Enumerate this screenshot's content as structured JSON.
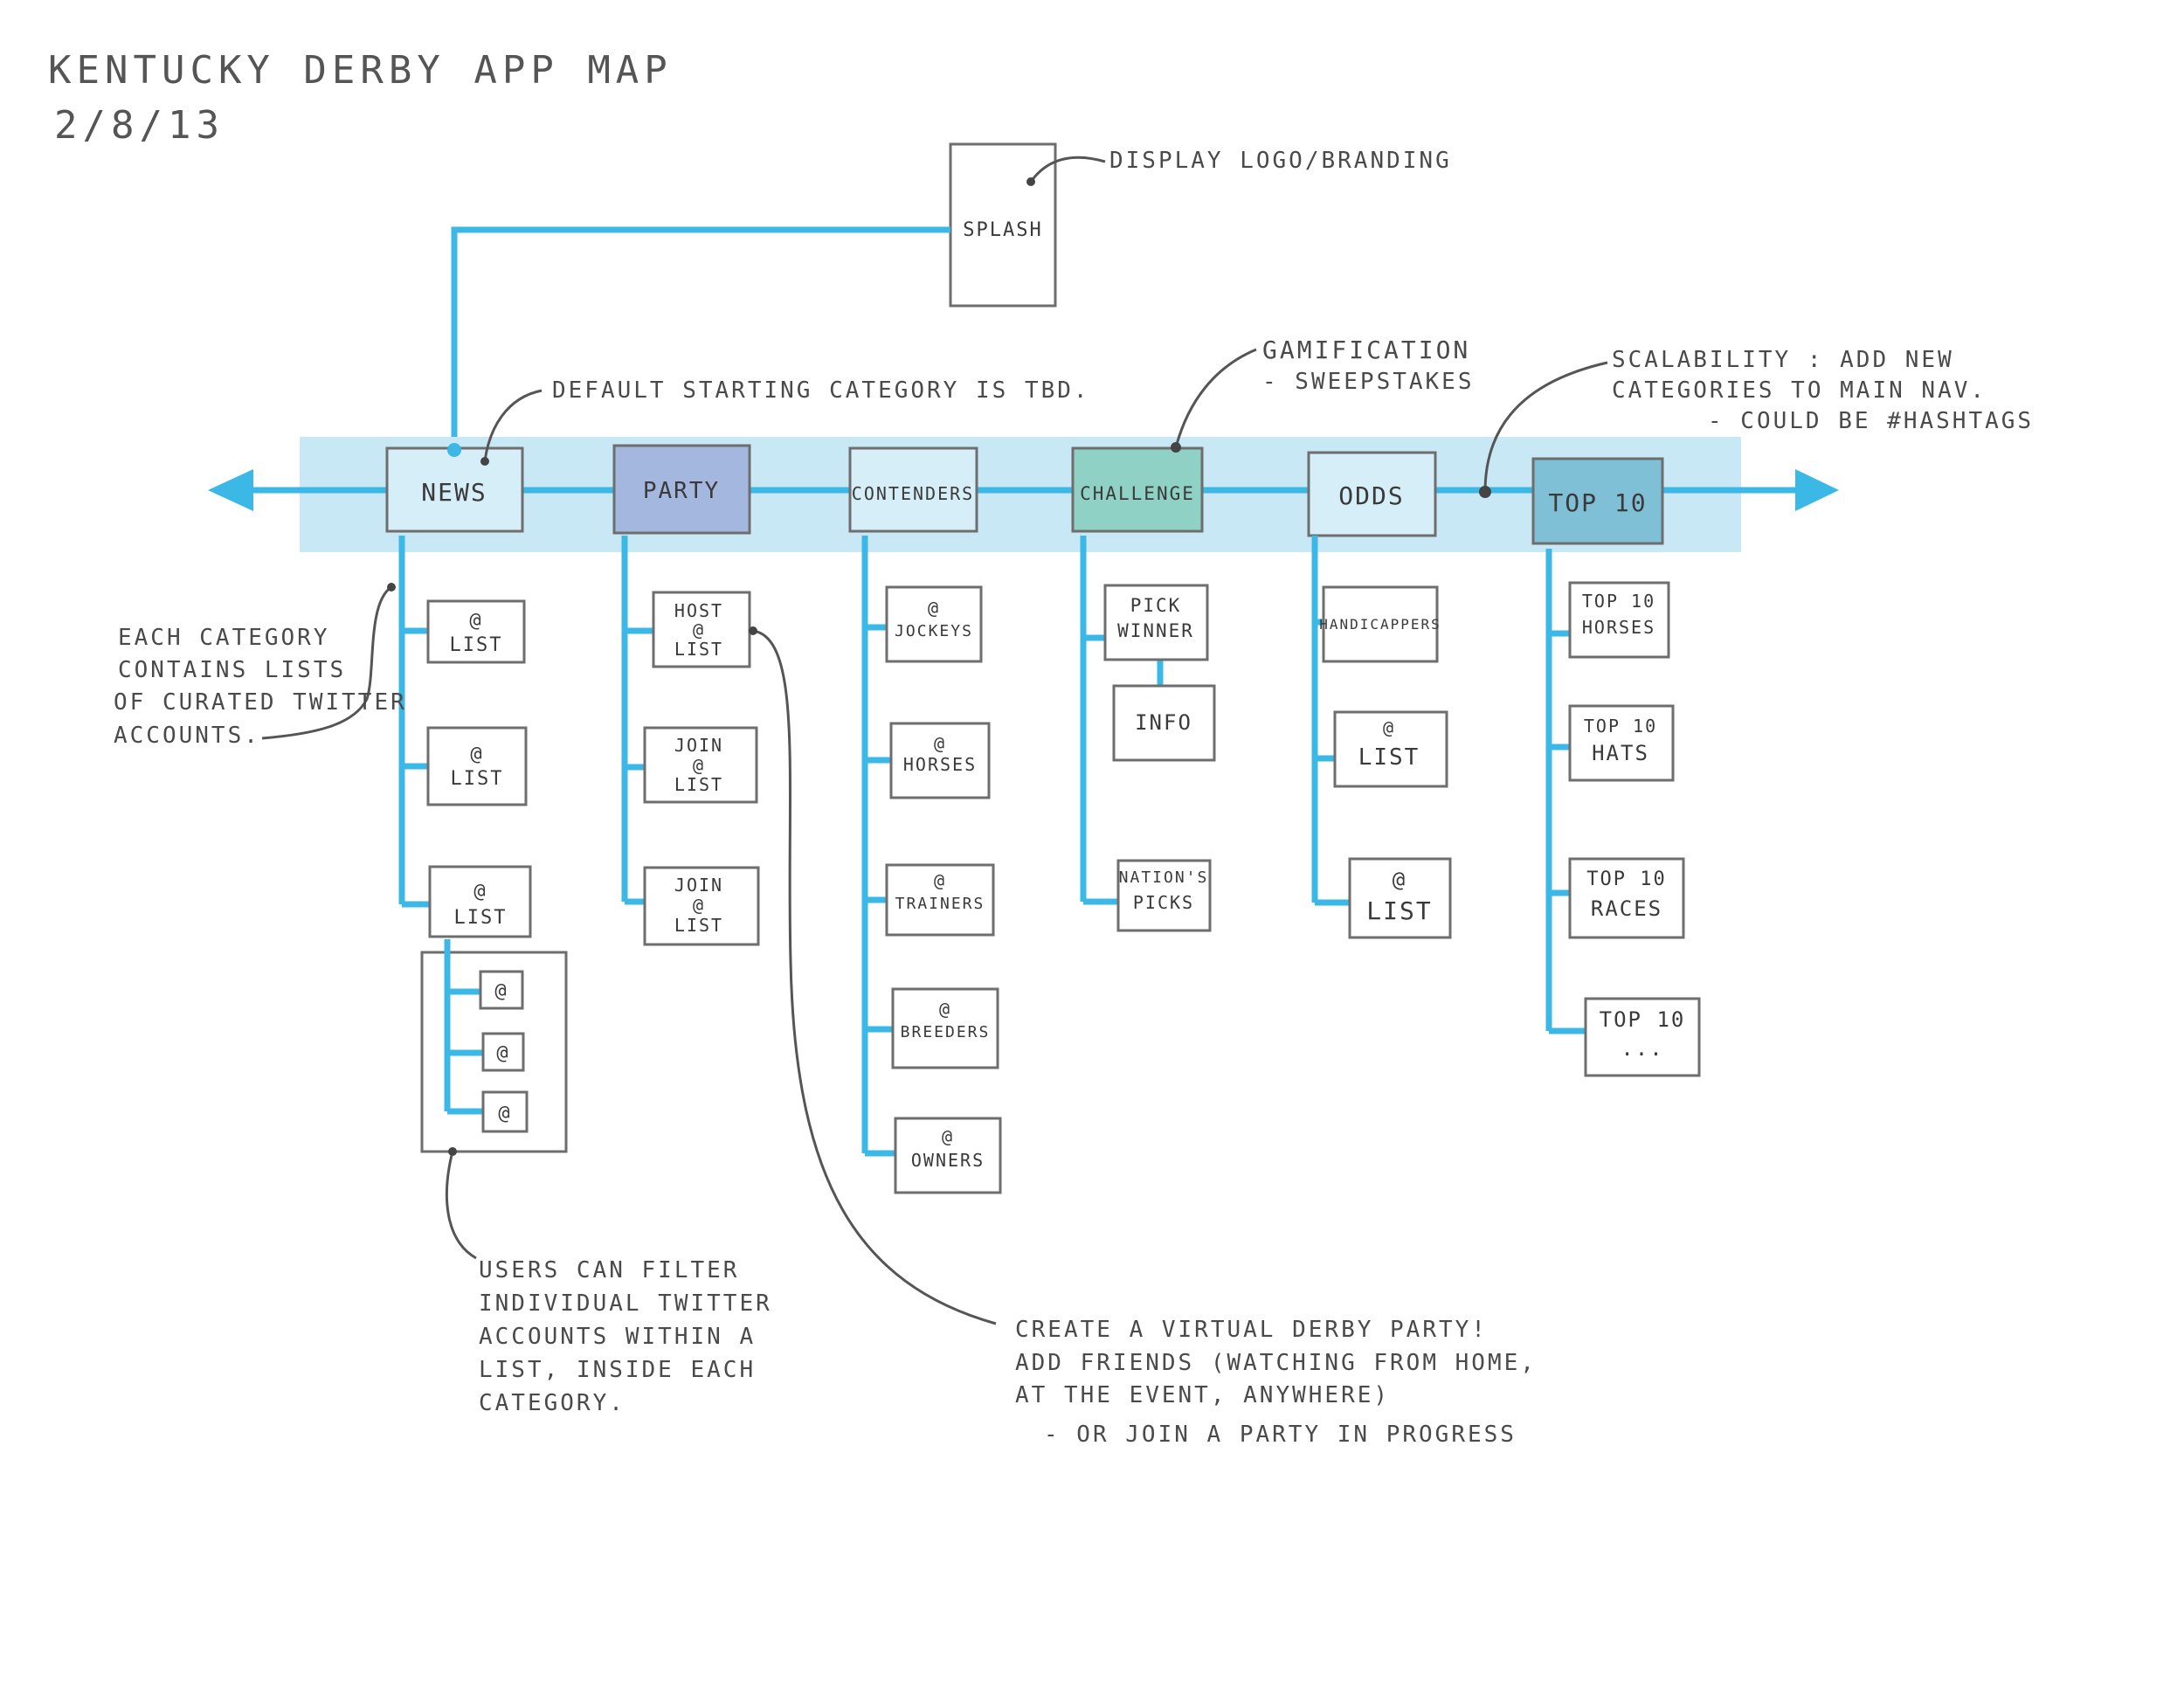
{
  "title": "KENTUCKY DERBY APP MAP",
  "date": "2/8/13",
  "colors": {
    "line": "#3bb8e6",
    "nav_band": "#c9e8f5",
    "party_fill": "#a4b7df",
    "challenge_fill": "#8fd1c5",
    "top10_fill": "#7fc0d6",
    "pencil": "#6e6e6e"
  },
  "splash": {
    "label": "SPLASH"
  },
  "notes": {
    "splash": "DISPLAY LOGO/BRANDING",
    "default_category": "DEFAULT STARTING CATEGORY IS TBD.",
    "gamification": [
      "GAMIFICATION",
      "- SWEEPSTAKES"
    ],
    "scalability": [
      "SCALABILITY : ADD NEW",
      "CATEGORIES TO MAIN NAV.",
      "- COULD BE #HASHTAGS"
    ],
    "each_category": [
      "EACH CATEGORY",
      "CONTAINS LISTS",
      "OF CURATED TWITTER",
      "ACCOUNTS."
    ],
    "users_filter": [
      "USERS CAN FILTER",
      "INDIVIDUAL TWITTER",
      "ACCOUNTS WITHIN A",
      "LIST, INSIDE EACH",
      "CATEGORY."
    ],
    "virtual_party": [
      "CREATE A VIRTUAL DERBY PARTY!",
      "ADD FRIENDS (WATCHING FROM HOME,",
      "AT THE EVENT, ANYWHERE)",
      "- OR JOIN A PARTY IN PROGRESS"
    ]
  },
  "nav": {
    "categories": [
      "NEWS",
      "PARTY",
      "CONTENDERS",
      "CHALLENGE",
      "ODDS",
      "TOP 10"
    ]
  },
  "news": {
    "lists": [
      [
        "@",
        "LIST"
      ],
      [
        "@",
        "LIST"
      ],
      [
        "@",
        "LIST"
      ]
    ],
    "accounts": [
      "@",
      "@",
      "@"
    ]
  },
  "party": {
    "items": [
      [
        "HOST",
        "@",
        "LIST"
      ],
      [
        "JOIN",
        "@",
        "LIST"
      ],
      [
        "JOIN",
        "@",
        "LIST"
      ]
    ]
  },
  "contenders": {
    "items": [
      [
        "@",
        "JOCKEYS"
      ],
      [
        "@",
        "HORSES"
      ],
      [
        "@",
        "TRAINERS"
      ],
      [
        "@",
        "BREEDERS"
      ],
      [
        "@",
        "OWNERS"
      ]
    ]
  },
  "challenge": {
    "items": [
      [
        "PICK",
        "WINNER"
      ],
      [
        "INFO"
      ],
      [
        "NATION'S",
        "PICKS"
      ]
    ]
  },
  "odds": {
    "items": [
      [
        "HANDICAPPERS"
      ],
      [
        "@",
        "LIST"
      ],
      [
        "@",
        "LIST"
      ]
    ]
  },
  "top10": {
    "items": [
      [
        "TOP 10",
        "HORSES"
      ],
      [
        "TOP 10",
        "HATS"
      ],
      [
        "TOP 10",
        "RACES"
      ],
      [
        "TOP 10",
        "..."
      ]
    ]
  }
}
